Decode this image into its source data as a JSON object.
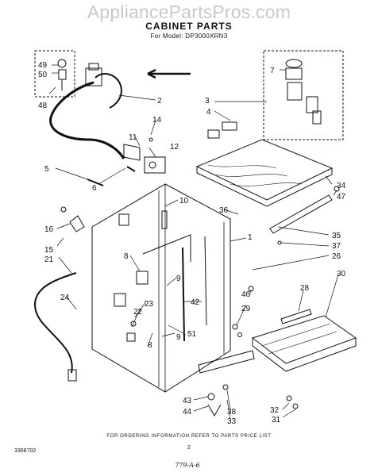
{
  "watermark": "AppliancePartsPros.com",
  "title": "CABINET PARTS",
  "model": "For Model: DP3000XRN3",
  "footer_note": "FOR ORDERING INFORMATION REFER TO PARTS PRICE LIST",
  "page_number": "2",
  "doc_code": "3368702",
  "signature": "779-A-6",
  "part_labels": [
    "49",
    "50",
    "48",
    "7",
    "2",
    "3",
    "4",
    "14",
    "11",
    "12",
    "5",
    "6",
    "34",
    "47",
    "36",
    "10",
    "16",
    "15",
    "21",
    "1",
    "35",
    "37",
    "26",
    "8",
    "9",
    "46",
    "29",
    "42",
    "28",
    "30",
    "24",
    "23",
    "22",
    "51",
    "8",
    "9",
    "43",
    "44",
    "38",
    "33",
    "32",
    "31"
  ]
}
